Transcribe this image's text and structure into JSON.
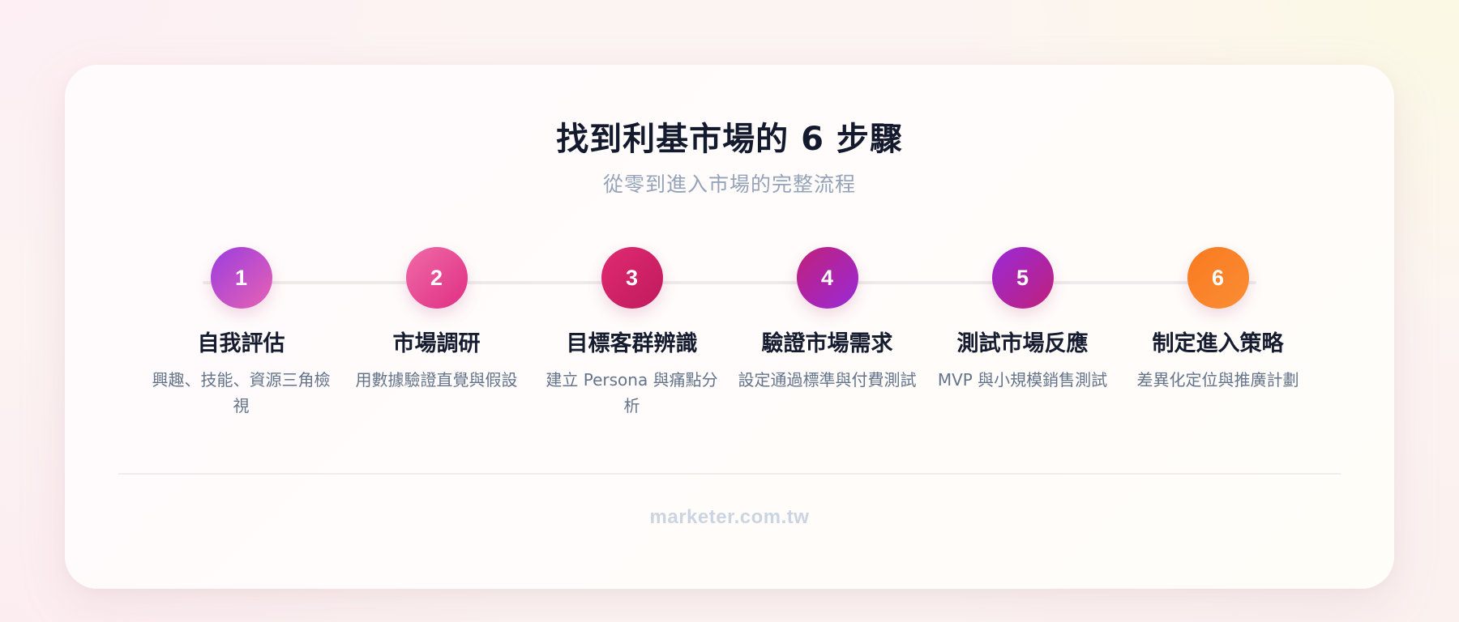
{
  "header": {
    "title": "找到利基市場的 6 步驟",
    "subtitle": "從零到進入市場的完整流程"
  },
  "steps": [
    {
      "number": "1",
      "title": "自我評估",
      "description": "興趣、技能、資源三角檢視",
      "gradient": [
        "#9a3de0",
        "#e862b2"
      ]
    },
    {
      "number": "2",
      "title": "市場調研",
      "description": "用數據驗證直覺與假設",
      "gradient": [
        "#f06aa8",
        "#df2f82"
      ]
    },
    {
      "number": "3",
      "title": "目標客群辨識",
      "description": "建立 Persona 與痛點分析",
      "gradient": [
        "#e02a72",
        "#c01a5c"
      ]
    },
    {
      "number": "4",
      "title": "驗證市場需求",
      "description": "設定通過標準與付費測試",
      "gradient": [
        "#c0207a",
        "#9a2ad8"
      ]
    },
    {
      "number": "5",
      "title": "測試市場反應",
      "description": "MVP 與小規模銷售測試",
      "gradient": [
        "#9a2ad8",
        "#c0207a"
      ]
    },
    {
      "number": "6",
      "title": "制定進入策略",
      "description": "差異化定位與推廣計劃",
      "gradient": [
        "#f97a1f",
        "#fb8d35"
      ]
    }
  ],
  "footer": {
    "text": "marketer.com.tw"
  },
  "colors": {
    "title": "#141a2e",
    "subtitle": "#94a3b8",
    "description": "#64748b",
    "footer": "#cbd5e1",
    "connector": "#eeeaea"
  }
}
